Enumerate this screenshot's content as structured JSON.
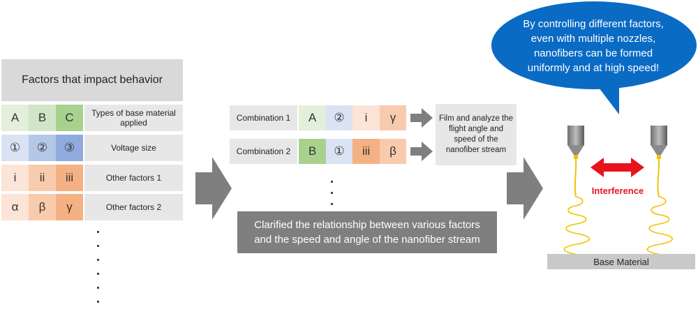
{
  "factors": {
    "header": "Factors that impact behavior",
    "rows": [
      {
        "cells": [
          "A",
          "B",
          "C"
        ],
        "label": "Types of base material applied"
      },
      {
        "cells": [
          "①",
          "②",
          "③"
        ],
        "label": "Voltage size"
      },
      {
        "cells": [
          "i",
          "ii",
          "iii"
        ],
        "label": "Other factors 1"
      },
      {
        "cells": [
          "α",
          "β",
          "γ"
        ],
        "label": "Other factors 2"
      }
    ]
  },
  "combinations": [
    {
      "label": "Combination 1",
      "cells": [
        "A",
        "②",
        "i",
        "γ"
      ]
    },
    {
      "label": "Combination 2",
      "cells": [
        "B",
        "①",
        "iii",
        "β"
      ]
    }
  ],
  "analysis": "Film and analyze the flight angle and speed of the nanofiber stream",
  "conclusion": "Clarified the relationship between various factors and the speed and angle of the nanofiber stream",
  "bubble": "By controlling different factors, even with multiple nozzles, nanofibers can be formed uniformly and at high speed!",
  "illustration": {
    "interference_label": "Interference",
    "base_label": "Base Material",
    "colors": {
      "accent_red": "#e8141c",
      "fiber_yellow": "#f2c200",
      "bubble_blue": "#0a6bc4"
    }
  }
}
